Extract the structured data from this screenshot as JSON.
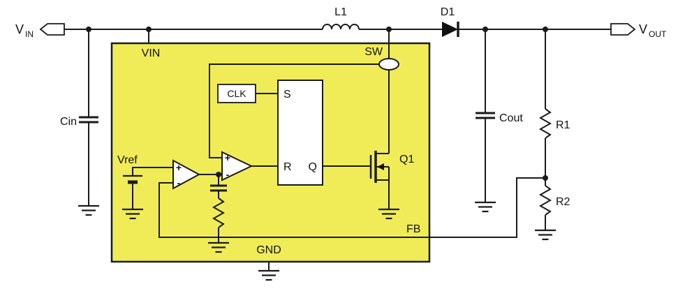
{
  "schematic": {
    "terminals": {
      "vin": {
        "base": "V",
        "sub": "IN"
      },
      "vout": {
        "base": "V",
        "sub": "OUT"
      }
    },
    "components": {
      "inductor": "L1",
      "diode": "D1",
      "input_cap": "Cin",
      "output_cap": "Cout",
      "resistor_top": "R1",
      "resistor_bottom": "R2",
      "mosfet": "Q1",
      "reference": "Vref",
      "clock": "CLK"
    },
    "ic_pins": {
      "vin": "VIN",
      "sw": "SW",
      "fb": "FB",
      "gnd": "GND"
    },
    "latch": {
      "set": "S",
      "reset": "R",
      "out": "Q"
    },
    "polarity": {
      "plus": "+",
      "minus": "-"
    },
    "colors": {
      "ic_fill": "#f0ec58",
      "wire": "#1a1a1a",
      "background": "#ffffff"
    }
  }
}
